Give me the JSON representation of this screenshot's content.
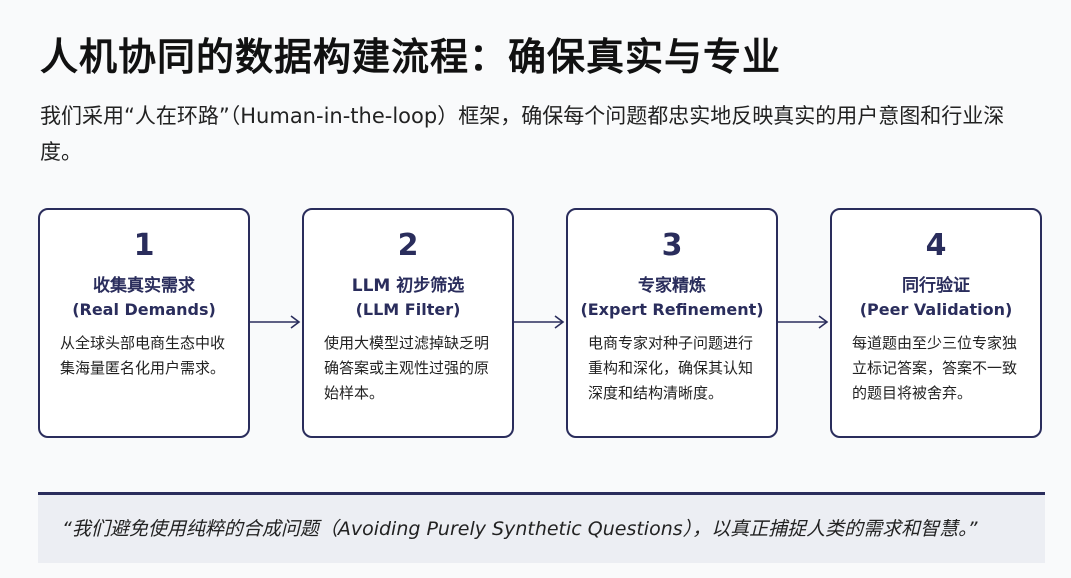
{
  "title": "人机协同的数据构建流程：确保真实与专业",
  "subtitle": "我们采用“人在环路”（Human-in-the-loop）框架，确保每个问题都忠实地反映真实的用户意图和行业深度。",
  "steps": [
    {
      "number": "1",
      "title": "收集真实需求",
      "subtitle": "(Real Demands)",
      "description": "从全球头部电商生态中收集海量匿名化用户需求。"
    },
    {
      "number": "2",
      "title": "LLM 初步筛选",
      "subtitle": "(LLM Filter)",
      "description": "使用大模型过滤掉缺乏明确答案或主观性过强的原始样本。"
    },
    {
      "number": "3",
      "title": "专家精炼",
      "subtitle": "(Expert Refinement)",
      "description": "电商专家对种子问题进行重构和深化，确保其认知深度和结构清晰度。"
    },
    {
      "number": "4",
      "title": "同行验证",
      "subtitle": "(Peer Validation)",
      "description": "每道题由至少三位专家独立标记答案，答案不一致的题目将被舍弃。"
    }
  ],
  "quote": "“我们避免使用纯粹的合成问题（Avoiding Purely Synthetic Questions），以真正捕捉人类的需求和智慧。”",
  "colors": {
    "accent": "#2a2d5c",
    "text": "#111111",
    "background": "#f9fafb",
    "quote_background": "#eceef3"
  }
}
